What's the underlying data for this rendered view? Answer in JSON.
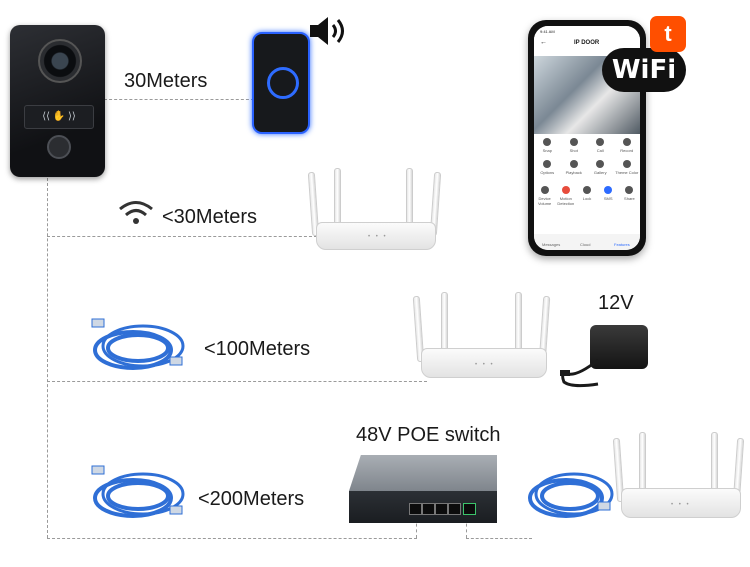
{
  "labels": {
    "indoor_chime_distance": "30Meters",
    "wifi_distance": "<30Meters",
    "power_supply": "12V",
    "cable_100_distance": "<100Meters",
    "poe_switch": "48V POE switch",
    "cable_200_distance": "<200Meters"
  },
  "doorbell": {
    "rfid_symbol": "⟨⟨ ✋ ⟩⟩"
  },
  "badges": {
    "wifi_text": "WiFi",
    "tuya_text": "t"
  },
  "phone_app": {
    "title": "IP DOOR",
    "status_time": "9:41 AM",
    "controls": [
      {
        "label": "Snap",
        "color": "#555555"
      },
      {
        "label": "Shot",
        "color": "#555555"
      },
      {
        "label": "Call",
        "color": "#555555"
      },
      {
        "label": "Record",
        "color": "#555555"
      },
      {
        "label": "Options",
        "color": "#555555"
      },
      {
        "label": "Playback",
        "color": "#555555"
      },
      {
        "label": "Gallery",
        "color": "#555555"
      },
      {
        "label": "Theme Color",
        "color": "#555555"
      },
      {
        "label": "Device Volume",
        "color": "#555555"
      },
      {
        "label": "Motion Detection",
        "color": "#e74c3c"
      },
      {
        "label": "Lock",
        "color": "#555555"
      },
      {
        "label": "SMS",
        "color": "#2d6bff"
      },
      {
        "label": "Share",
        "color": "#555555"
      }
    ],
    "tabs": [
      "Messages",
      "Cloud",
      "Features"
    ]
  },
  "colors": {
    "chime_glow": "#2d6bff",
    "cable_blue": "#2f6fd6",
    "tuya_orange": "#ff4f00"
  }
}
